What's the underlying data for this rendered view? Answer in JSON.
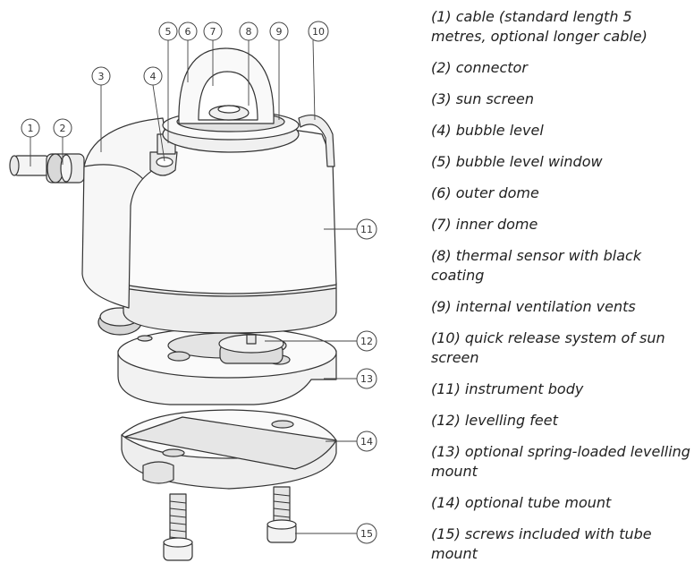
{
  "callouts": [
    {
      "number": "1",
      "label": "(1) cable (standard length 5 metres, optional longer cable)"
    },
    {
      "number": "2",
      "label": "(2) connector"
    },
    {
      "number": "3",
      "label": "(3) sun screen"
    },
    {
      "number": "4",
      "label": "(4) bubble level"
    },
    {
      "number": "5",
      "label": "(5) bubble level window"
    },
    {
      "number": "6",
      "label": "(6) outer dome"
    },
    {
      "number": "7",
      "label": "(7) inner dome"
    },
    {
      "number": "8",
      "label": "(8) thermal sensor with black coating"
    },
    {
      "number": "9",
      "label": "(9) internal ventilation vents"
    },
    {
      "number": "10",
      "label": "(10) quick release system of sun screen"
    },
    {
      "number": "11",
      "label": "(11) instrument body"
    },
    {
      "number": "12",
      "label": "(12) levelling feet"
    },
    {
      "number": "13",
      "label": "(13) optional spring-loaded levelling mount"
    },
    {
      "number": "14",
      "label": "(14) optional tube mount"
    },
    {
      "number": "15",
      "label": "(15) screws included with tube mount"
    }
  ]
}
